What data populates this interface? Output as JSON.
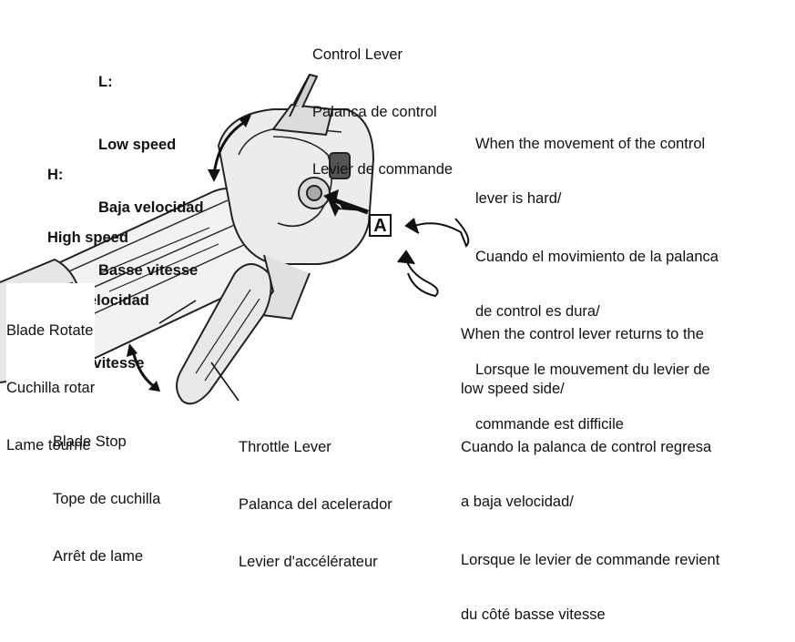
{
  "labels": {
    "control_lever": [
      "Control Lever",
      "Palanca de control",
      "Levier de commande"
    ],
    "low_speed": [
      "L:",
      "Low speed",
      "Baja velocidad",
      "Basse vitesse"
    ],
    "high_speed": [
      "H:",
      "High speed",
      "Alta velocidad",
      "Haute vitesse"
    ],
    "hard_movement": [
      "When the movement of the control",
      "lever is hard/",
      "Cuando el movimiento de la palanca",
      "de control es dura/",
      "Lorsque le mouvement du levier de",
      "commande est difficile"
    ],
    "returns_low": [
      "When the control lever returns to the",
      "low speed side/",
      "Cuando la palanca de control regresa",
      "a baja velocidad/",
      "Lorsque le levier de commande revient",
      "du côté basse vitesse"
    ],
    "blade_rotate": [
      "Blade Rotate",
      "Cuchilla rotar",
      "Lame tourne"
    ],
    "blade_stop": [
      "Blade Stop",
      "Tope de cuchilla",
      "Arrêt de lame"
    ],
    "throttle_lever": [
      "Throttle Lever",
      "Palanca del acelerador",
      "Levier d'accélérateur"
    ],
    "marker_a": "A"
  }
}
